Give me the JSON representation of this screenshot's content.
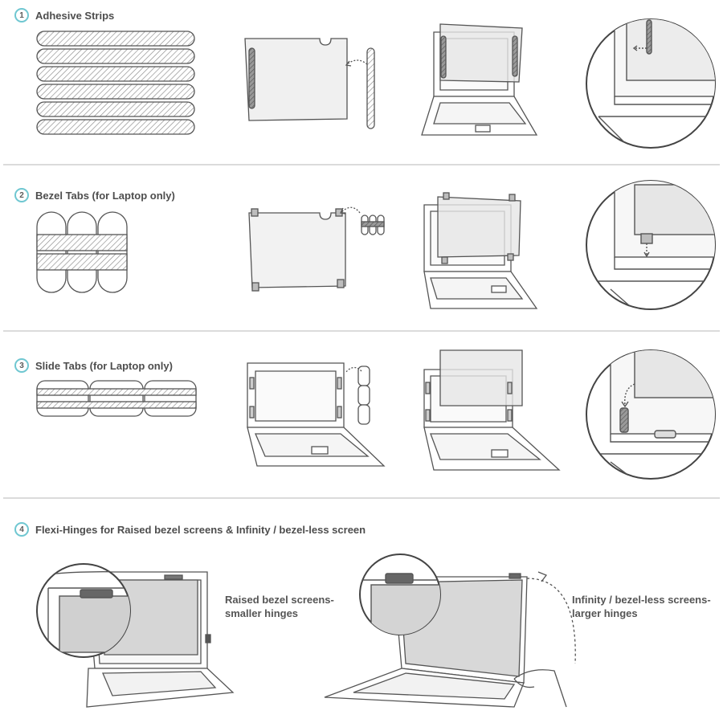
{
  "accent_color": "#6fc7d1",
  "line_color": "#555555",
  "divider_color": "#cfcfcf",
  "sections": [
    {
      "number": "1",
      "title": "Adhesive Strips"
    },
    {
      "number": "2",
      "title": "Bezel Tabs (for Laptop only)"
    },
    {
      "number": "3",
      "title": "Slide Tabs (for Laptop only)"
    },
    {
      "number": "4",
      "title": "Flexi-Hinges for Raised bezel screens & Infinity / bezel-less screen"
    }
  ],
  "captions": {
    "raised": {
      "line1": "Raised bezel screens-",
      "line2": "smaller hinges"
    },
    "infinity": {
      "line1": "Infinity / bezel-less screens-",
      "line2": "larger hinges"
    }
  }
}
